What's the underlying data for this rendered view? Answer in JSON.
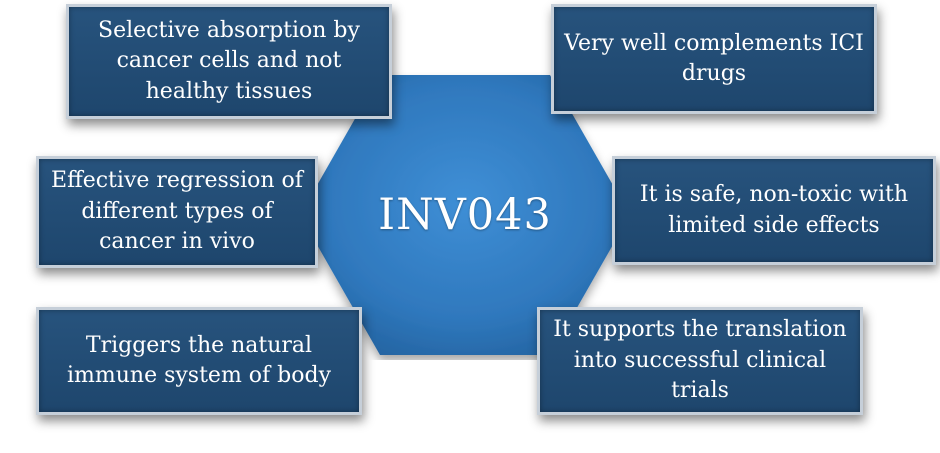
{
  "diagram": {
    "center": {
      "label": "INV043"
    },
    "boxes": {
      "top_left": "Selective absorption by cancer cells and not healthy tissues",
      "top_right": "Very well complements ICI drugs",
      "middle_left": "Effective regression of different types of cancer in vivo",
      "middle_right": "It is safe, non-toxic with limited side effects",
      "bottom_left": "Triggers the natural immune system of body",
      "bottom_right": "It supports the translation into successful clinical trials"
    }
  },
  "colors": {
    "hexagon": "#2f78bd",
    "box_fill": "#224a72",
    "box_border": "#c6cfd9",
    "text": "#ffffff"
  }
}
